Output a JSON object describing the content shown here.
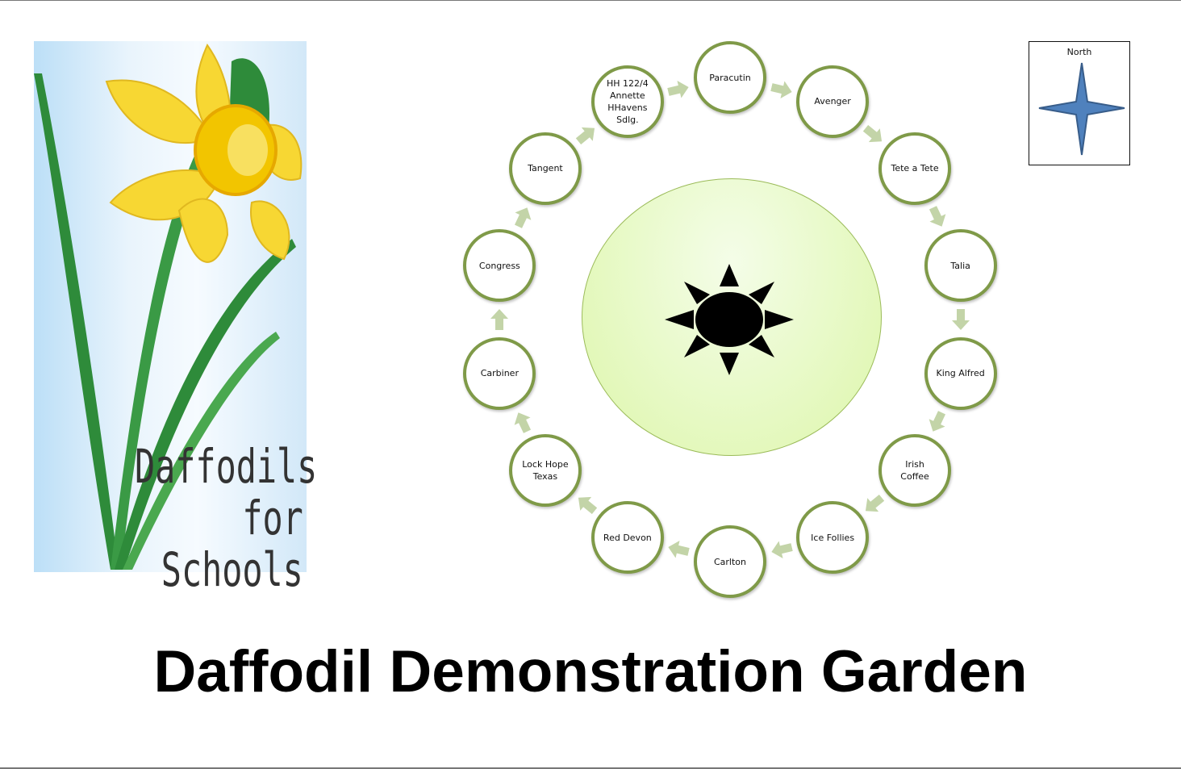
{
  "logo": {
    "text_line1": "Daffodils",
    "text_line2": "for Schools"
  },
  "compass": {
    "label": "North",
    "color": "#4f81bd"
  },
  "center": {
    "icon": "sun-icon"
  },
  "nodes": [
    {
      "label": "Paracutin",
      "angle": 0
    },
    {
      "label": "Avenger",
      "angle": 1
    },
    {
      "label": "Tete a Tete",
      "angle": 2
    },
    {
      "label": "Talia",
      "angle": 3
    },
    {
      "label": "King Alfred",
      "angle": 4
    },
    {
      "label": "Irish\nCoffee",
      "angle": 5
    },
    {
      "label": "Ice Follies",
      "angle": 6
    },
    {
      "label": "Carlton",
      "angle": 7
    },
    {
      "label": "Red Devon",
      "angle": 8
    },
    {
      "label": "Lock Hope\nTexas",
      "angle": 9
    },
    {
      "label": "Carbiner",
      "angle": 10
    },
    {
      "label": "Congress",
      "angle": 11
    },
    {
      "label": "Tangent",
      "angle": 12
    },
    {
      "label": "HH 122/4\nAnnette\nHHavens\nSdlg.",
      "angle": 13
    }
  ],
  "colors": {
    "node_border": "#7f9a48",
    "arrow": "#c3d4a8"
  },
  "title": "Daffodil Demonstration Garden"
}
